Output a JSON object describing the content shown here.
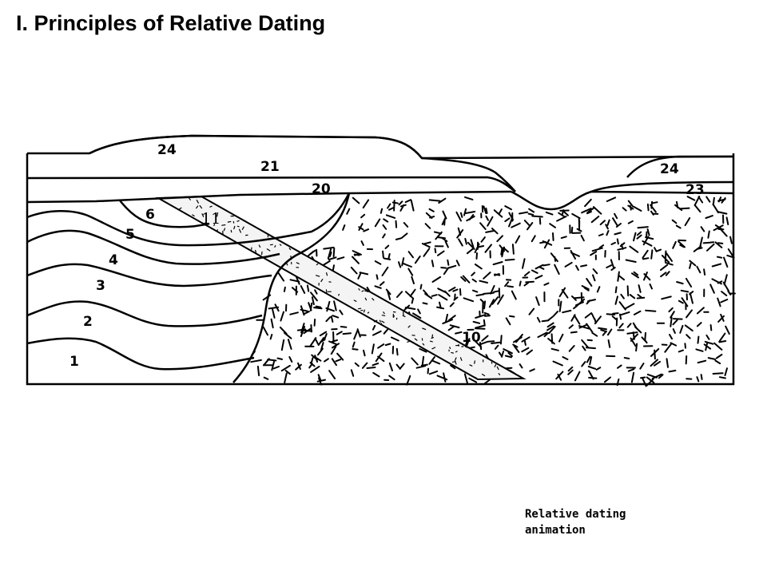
{
  "slide": {
    "title": "I. Principles of Relative Dating"
  },
  "diagram": {
    "unit_labels": {
      "u1": "1",
      "u2": "2",
      "u3": "3",
      "u4": "4",
      "u5": "5",
      "u6": "6",
      "u10": "10",
      "u11": "11",
      "u20": "20",
      "u21": "21",
      "u23": "23",
      "u24_left": "24",
      "u24_right": "24"
    }
  },
  "caption": {
    "line1": "Relative dating",
    "line2": "animation"
  }
}
